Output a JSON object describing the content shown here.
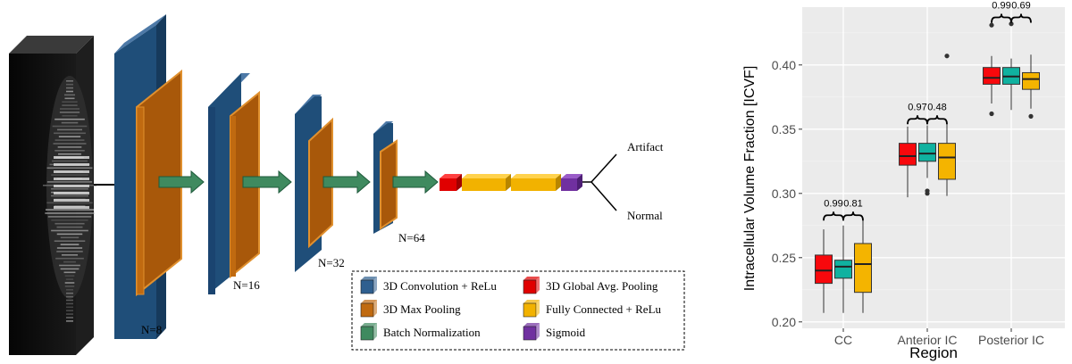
{
  "diagram": {
    "layer_labels": [
      "N=8",
      "N=16",
      "N=32",
      "N=64"
    ],
    "outputs": [
      "Artifact",
      "Normal"
    ],
    "colors": {
      "conv": "#1f4e79",
      "conv_top": "#4d79a7",
      "pool": "#a8580a",
      "pool_edge": "#d98a2e",
      "batchnorm": "#3f8a5f",
      "gap": "#e00000",
      "fc": "#f2b200",
      "sigmoid": "#7030a0"
    },
    "legend": [
      {
        "label": "3D Convolution + ReLu",
        "color": "#2f5f8f"
      },
      {
        "label": "3D Global Avg. Pooling",
        "color": "#e00000"
      },
      {
        "label": "3D Max Pooling",
        "color": "#c06a10"
      },
      {
        "label": "Fully Connected + ReLu",
        "color": "#f2b200"
      },
      {
        "label": "Batch Normalization",
        "color": "#3f8a5f"
      },
      {
        "label": "Sigmoid",
        "color": "#7030a0"
      }
    ]
  },
  "chart_data": {
    "type": "boxplot",
    "xlabel": "Region",
    "ylabel": "Intracellular Volume Fraction [ICVF]",
    "ylim": [
      0.195,
      0.445
    ],
    "yticks": [
      0.2,
      0.25,
      0.3,
      0.35,
      0.4
    ],
    "ytick_labels": [
      "0.20",
      "0.25",
      "0.30",
      "0.35",
      "0.40"
    ],
    "categories": [
      "CC",
      "Anterior IC",
      "Posterior IC"
    ],
    "grid": true,
    "series_colors": [
      "#f8080c",
      "#10b2a0",
      "#f4b400"
    ],
    "boxes": [
      [
        {
          "min": 0.207,
          "q1": 0.23,
          "median": 0.24,
          "q3": 0.252,
          "max": 0.272,
          "outliers": []
        },
        {
          "min": 0.207,
          "q1": 0.234,
          "median": 0.243,
          "q3": 0.248,
          "max": 0.275,
          "outliers": []
        },
        {
          "min": 0.207,
          "q1": 0.223,
          "median": 0.245,
          "q3": 0.261,
          "max": 0.28,
          "outliers": []
        }
      ],
      [
        {
          "min": 0.297,
          "q1": 0.322,
          "median": 0.329,
          "q3": 0.339,
          "max": 0.352,
          "outliers": []
        },
        {
          "min": 0.312,
          "q1": 0.325,
          "median": 0.331,
          "q3": 0.339,
          "max": 0.353,
          "outliers": [
            0.3,
            0.302
          ]
        },
        {
          "min": 0.298,
          "q1": 0.311,
          "median": 0.328,
          "q3": 0.339,
          "max": 0.354,
          "outliers": [
            0.407
          ]
        }
      ],
      [
        {
          "min": 0.37,
          "q1": 0.385,
          "median": 0.39,
          "q3": 0.398,
          "max": 0.407,
          "outliers": [
            0.431,
            0.362
          ]
        },
        {
          "min": 0.365,
          "q1": 0.385,
          "median": 0.391,
          "q3": 0.398,
          "max": 0.405,
          "outliers": [
            0.432
          ]
        },
        {
          "min": 0.366,
          "q1": 0.381,
          "median": 0.389,
          "q3": 0.394,
          "max": 0.408,
          "outliers": [
            0.36
          ]
        }
      ]
    ],
    "annotations": [
      {
        "group": 0,
        "labels": [
          "0.99",
          "0.81"
        ],
        "y": 0.283
      },
      {
        "group": 1,
        "labels": [
          "0.97",
          "0.48"
        ],
        "y": 0.358
      },
      {
        "group": 2,
        "labels": [
          "0.99",
          "0.69"
        ],
        "y": 0.437
      }
    ]
  }
}
